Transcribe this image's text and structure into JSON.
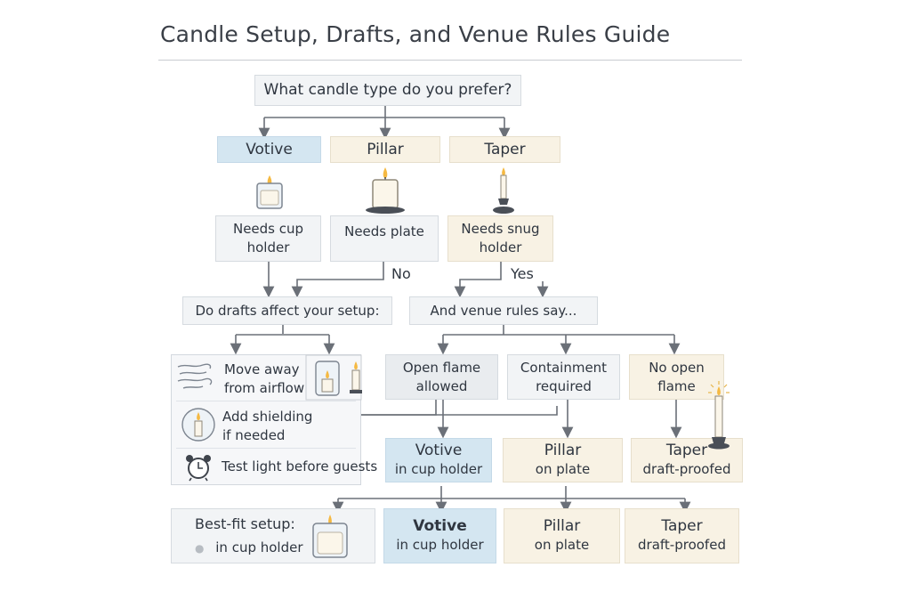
{
  "title": "Candle Setup, Drafts, and Venue Rules Guide",
  "question_type": "What candle type do you prefer?",
  "types": {
    "votive": "Votive",
    "pillar": "Pillar",
    "taper": "Taper"
  },
  "needs": {
    "votive": [
      "Needs cup",
      "holder"
    ],
    "pillar": "Needs plate",
    "taper": [
      "Needs snug",
      "holder"
    ]
  },
  "branch_labels": {
    "no": "No",
    "yes": "Yes"
  },
  "question_drafts": "Do drafts affect your setup:",
  "question_rules": "And venue rules say...",
  "draft_tips": {
    "move": [
      "Move away",
      "from airflow"
    ],
    "shield": [
      "Add shielding",
      "if needed"
    ],
    "test": "Test light before guests"
  },
  "rules": {
    "open": [
      "Open flame",
      "allowed"
    ],
    "contain": [
      "Containment",
      "required"
    ],
    "none": [
      "No open",
      "flame"
    ]
  },
  "outcomes": {
    "votive": {
      "name": "Votive",
      "detail": "in cup holder"
    },
    "pillar": {
      "name": "Pillar",
      "detail": "on plate"
    },
    "taper": {
      "name": "Taper",
      "detail": "draft-proofed"
    }
  },
  "best_fit": {
    "label": "Best-fit setup:",
    "detail": "in cup holder"
  },
  "final": {
    "votive": {
      "name": "Votive",
      "detail": "in cup holder"
    },
    "pillar": {
      "name": "Pillar",
      "detail": "on plate"
    },
    "taper": {
      "name": "Taper",
      "detail": "draft-proofed"
    }
  },
  "colors": {
    "blue": "#d4e6f1",
    "cream": "#f8f2e4",
    "grey": "#f2f4f6",
    "line": "#6b7078"
  },
  "icons": [
    "votive-candle-icon",
    "pillar-candle-icon",
    "taper-candle-icon",
    "wind-icon",
    "lantern-icon",
    "shield-candle-icon",
    "alarm-clock-icon",
    "glass-candle-icon",
    "flame-candle-icon"
  ]
}
